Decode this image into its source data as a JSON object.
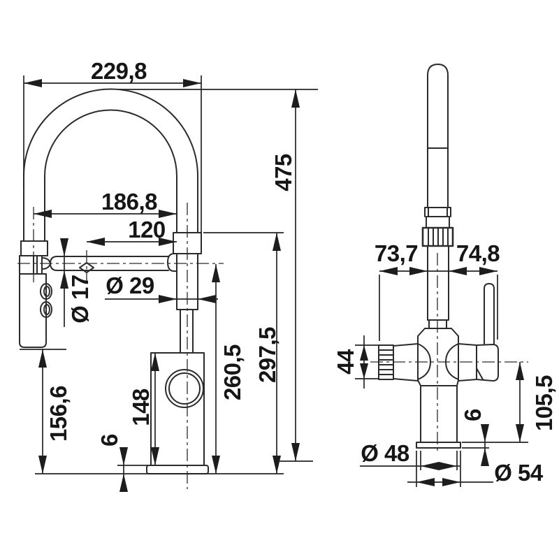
{
  "colors": {
    "background": "#ffffff",
    "line": "#2b2b2b",
    "text": "#161616"
  },
  "front": {
    "total_width": "229,8",
    "spout_reach": "186,8",
    "outlet_distance": "120",
    "spout_tube_diameter": "Ø 17",
    "hose_diameter": "Ø 29",
    "total_height": "475",
    "spray_head_clearance": "156,6",
    "body_height": "148",
    "base_thickness": "6",
    "spout_axis_height": "260,5",
    "hose_outlet_height": "297,5"
  },
  "side": {
    "front_projection": "73,7",
    "rear_projection": "74,8",
    "side_knob_height": "44",
    "side_outlet_height": "105,5",
    "base_thickness": "6",
    "base_diameter": "Ø 48",
    "base_flange_diameter": "Ø 54"
  }
}
